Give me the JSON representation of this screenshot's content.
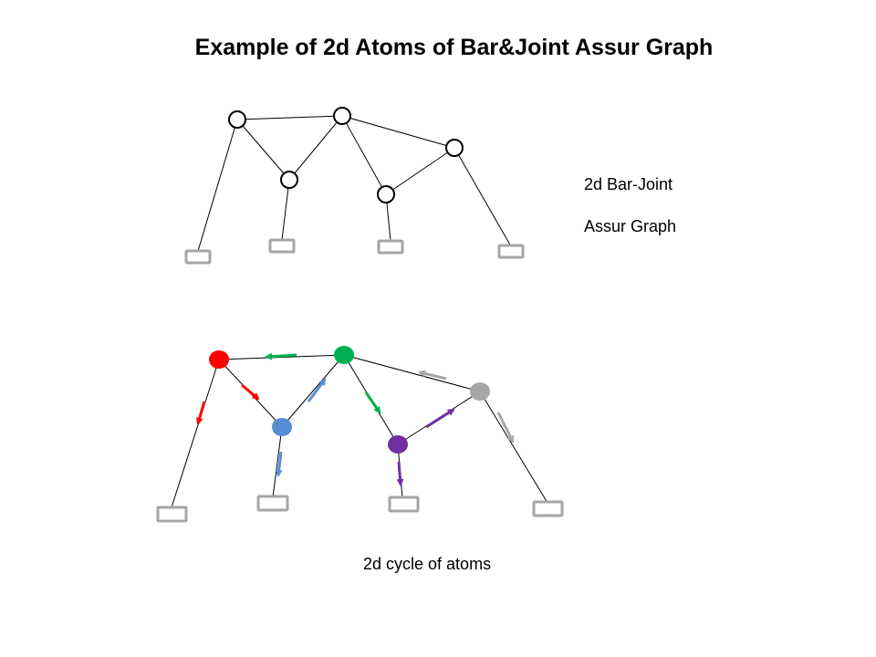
{
  "title": "Example of 2d Atoms of Bar&Joint Assur Graph",
  "labels": {
    "bar_joint_line1": "2d Bar-Joint",
    "bar_joint_line2": "Assur Graph",
    "cycle": "2d cycle of atoms"
  },
  "colors": {
    "red_atom": "#ff0000",
    "green_atom": "#00b050",
    "blue_atom": "#558ed5",
    "purple_atom": "#7030a0",
    "gray_atom": "#a6a6a6",
    "ground": "#a6a6a6",
    "bar": "#000000"
  }
}
